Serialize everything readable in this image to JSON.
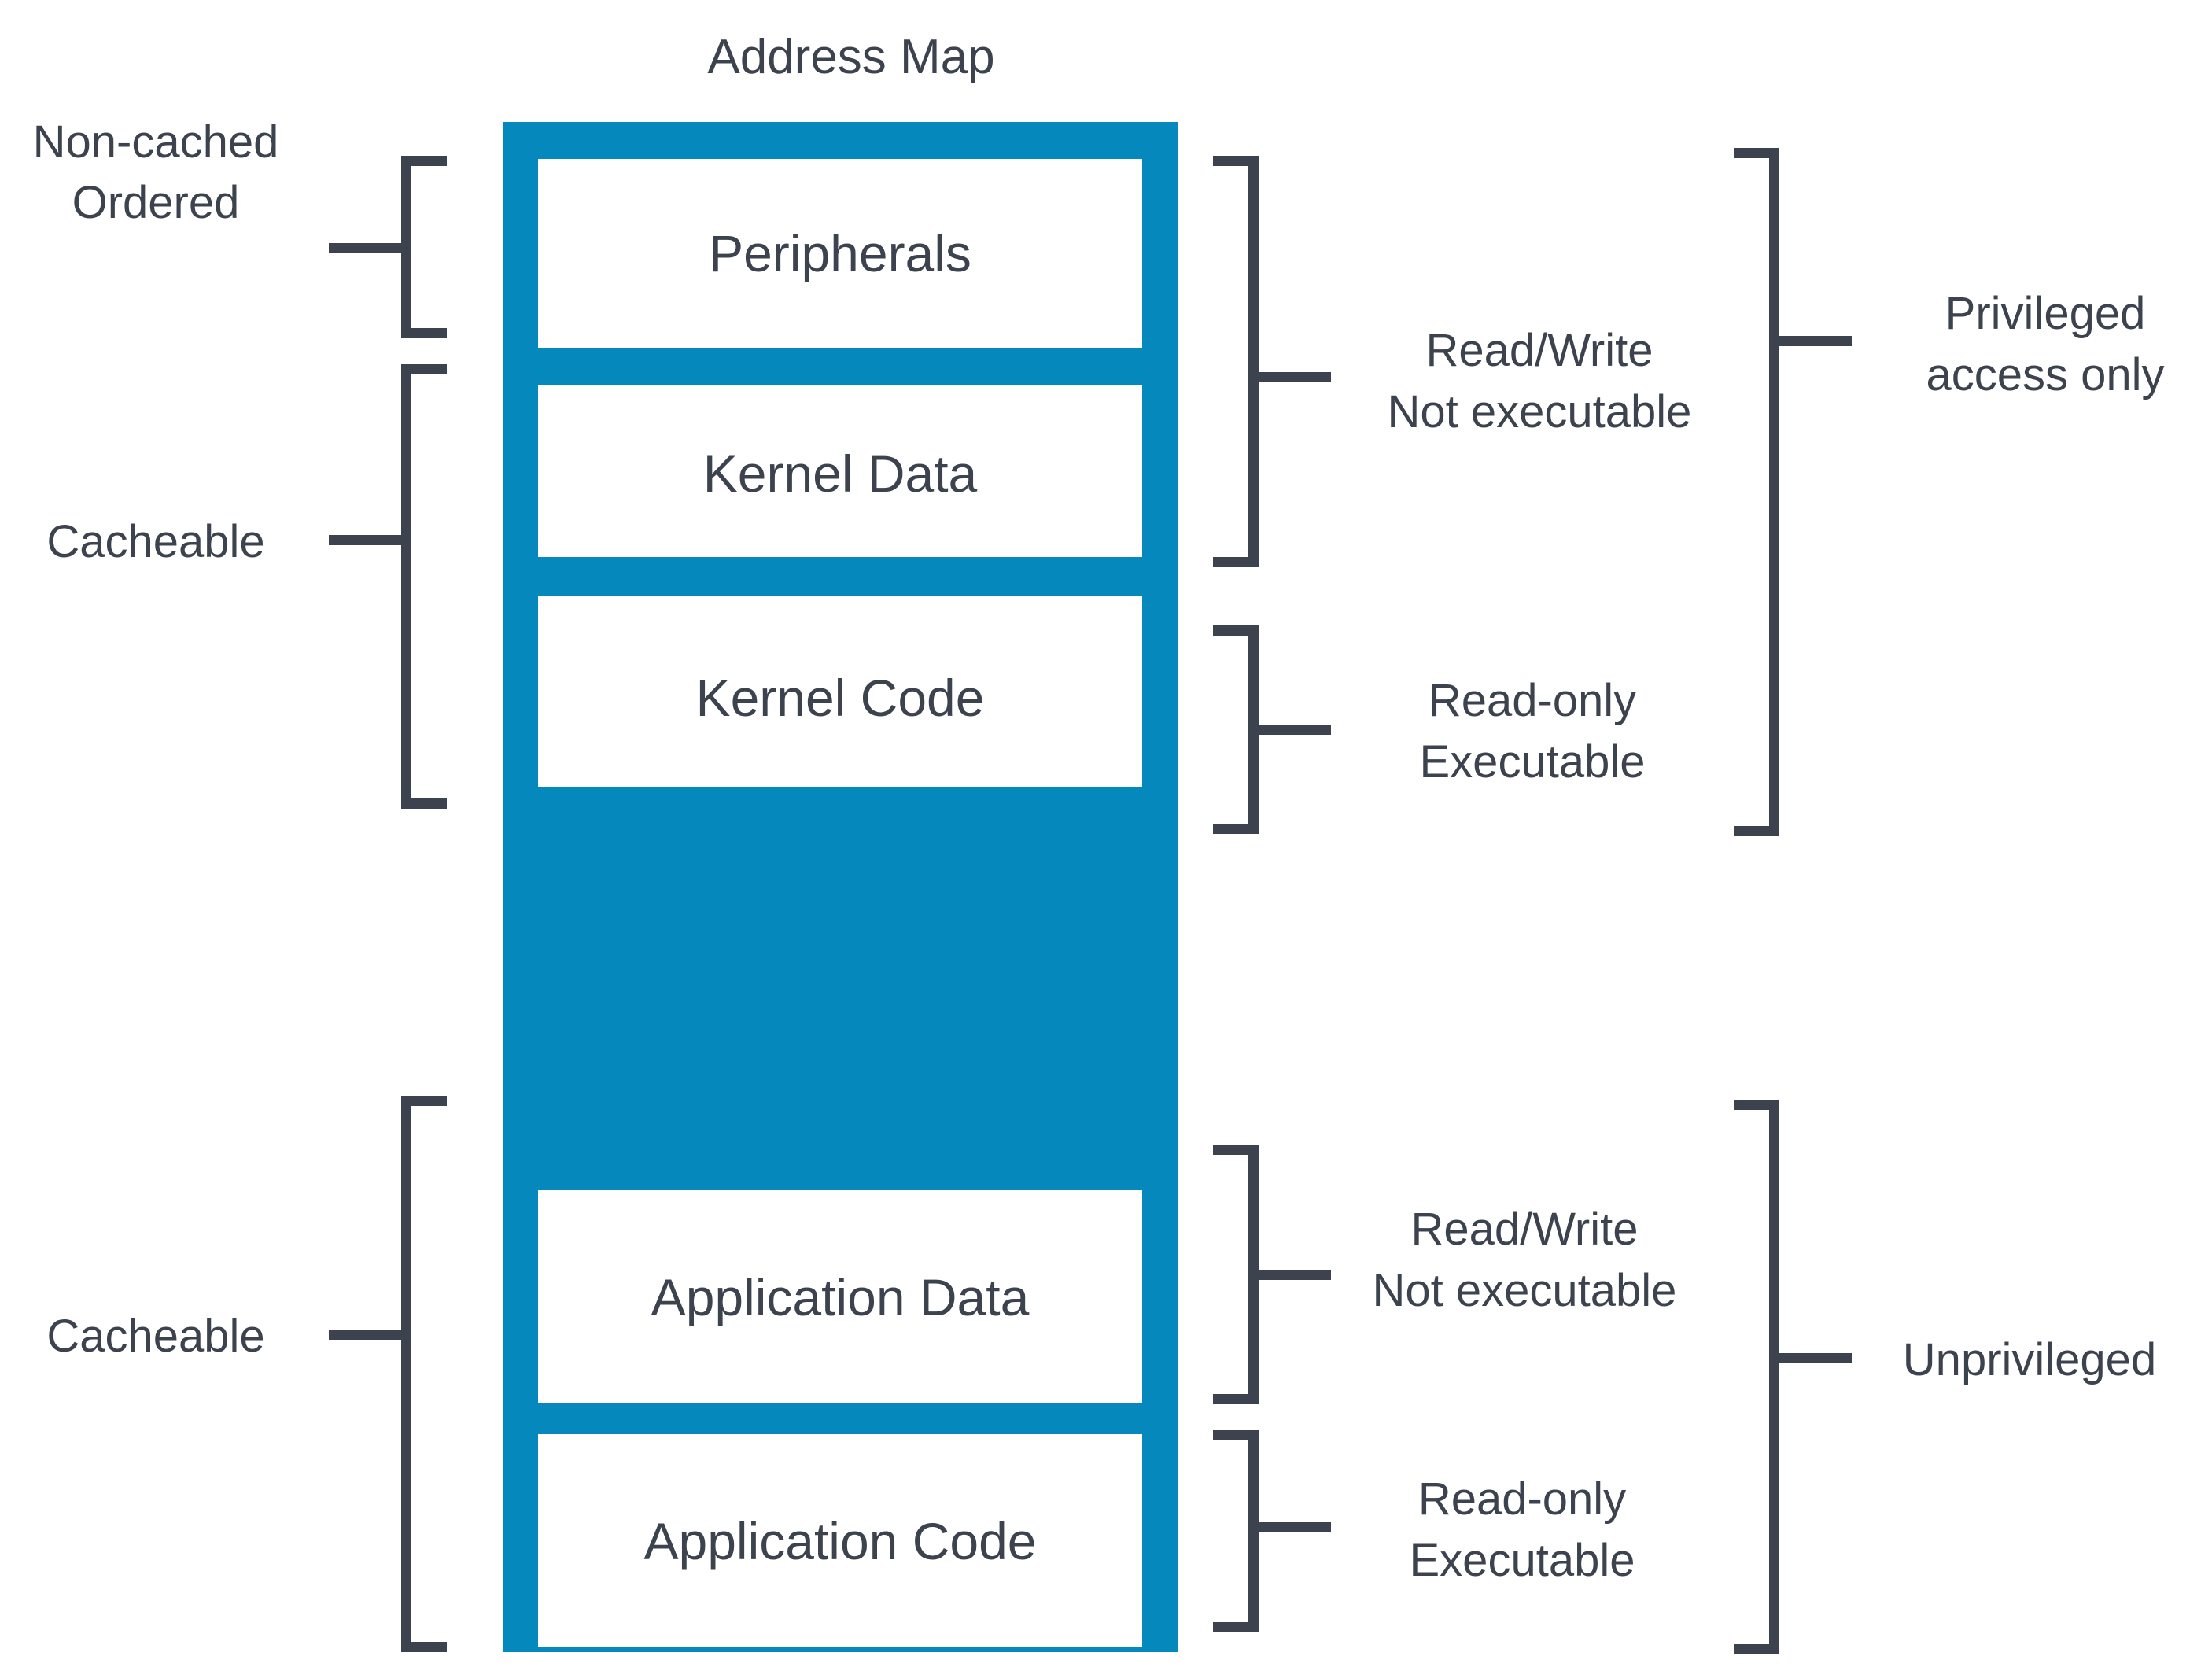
{
  "title": "Address Map",
  "colors": {
    "memory_block": "#0589bc",
    "region_fill": "#ffffff",
    "text": "#3c434e",
    "bracket": "#3c434e",
    "background": "#ffffff"
  },
  "memory_map": {
    "regions": [
      {
        "id": "peripherals",
        "label": "Peripherals"
      },
      {
        "id": "kernel-data",
        "label": "Kernel Data"
      },
      {
        "id": "kernel-code",
        "label": "Kernel Code"
      },
      {
        "id": "application-data",
        "label": "Application Data"
      },
      {
        "id": "application-code",
        "label": "Application Code"
      }
    ]
  },
  "left_annotations": [
    {
      "id": "non-cached-ordered",
      "line1": "Non-cached",
      "line2": "Ordered",
      "covers": [
        "peripherals"
      ]
    },
    {
      "id": "cacheable-kernel",
      "line1": "Cacheable",
      "line2": "",
      "covers": [
        "kernel-data",
        "kernel-code"
      ]
    },
    {
      "id": "cacheable-app",
      "line1": "Cacheable",
      "line2": "",
      "covers": [
        "application-data",
        "application-code"
      ]
    }
  ],
  "right_annotations": [
    {
      "id": "kernel-rw",
      "line1": "Read/Write",
      "line2": "Not executable",
      "covers": [
        "peripherals",
        "kernel-data"
      ]
    },
    {
      "id": "kernel-ro",
      "line1": "Read-only",
      "line2": "Executable",
      "covers": [
        "kernel-code"
      ]
    },
    {
      "id": "app-rw",
      "line1": "Read/Write",
      "line2": "Not executable",
      "covers": [
        "application-data"
      ]
    },
    {
      "id": "app-ro",
      "line1": "Read-only",
      "line2": "Executable",
      "covers": [
        "application-code"
      ]
    }
  ],
  "outer_annotations": [
    {
      "id": "privileged",
      "line1": "Privileged",
      "line2": "access only"
    },
    {
      "id": "unprivileged",
      "line1": "Unprivileged",
      "line2": ""
    }
  ]
}
